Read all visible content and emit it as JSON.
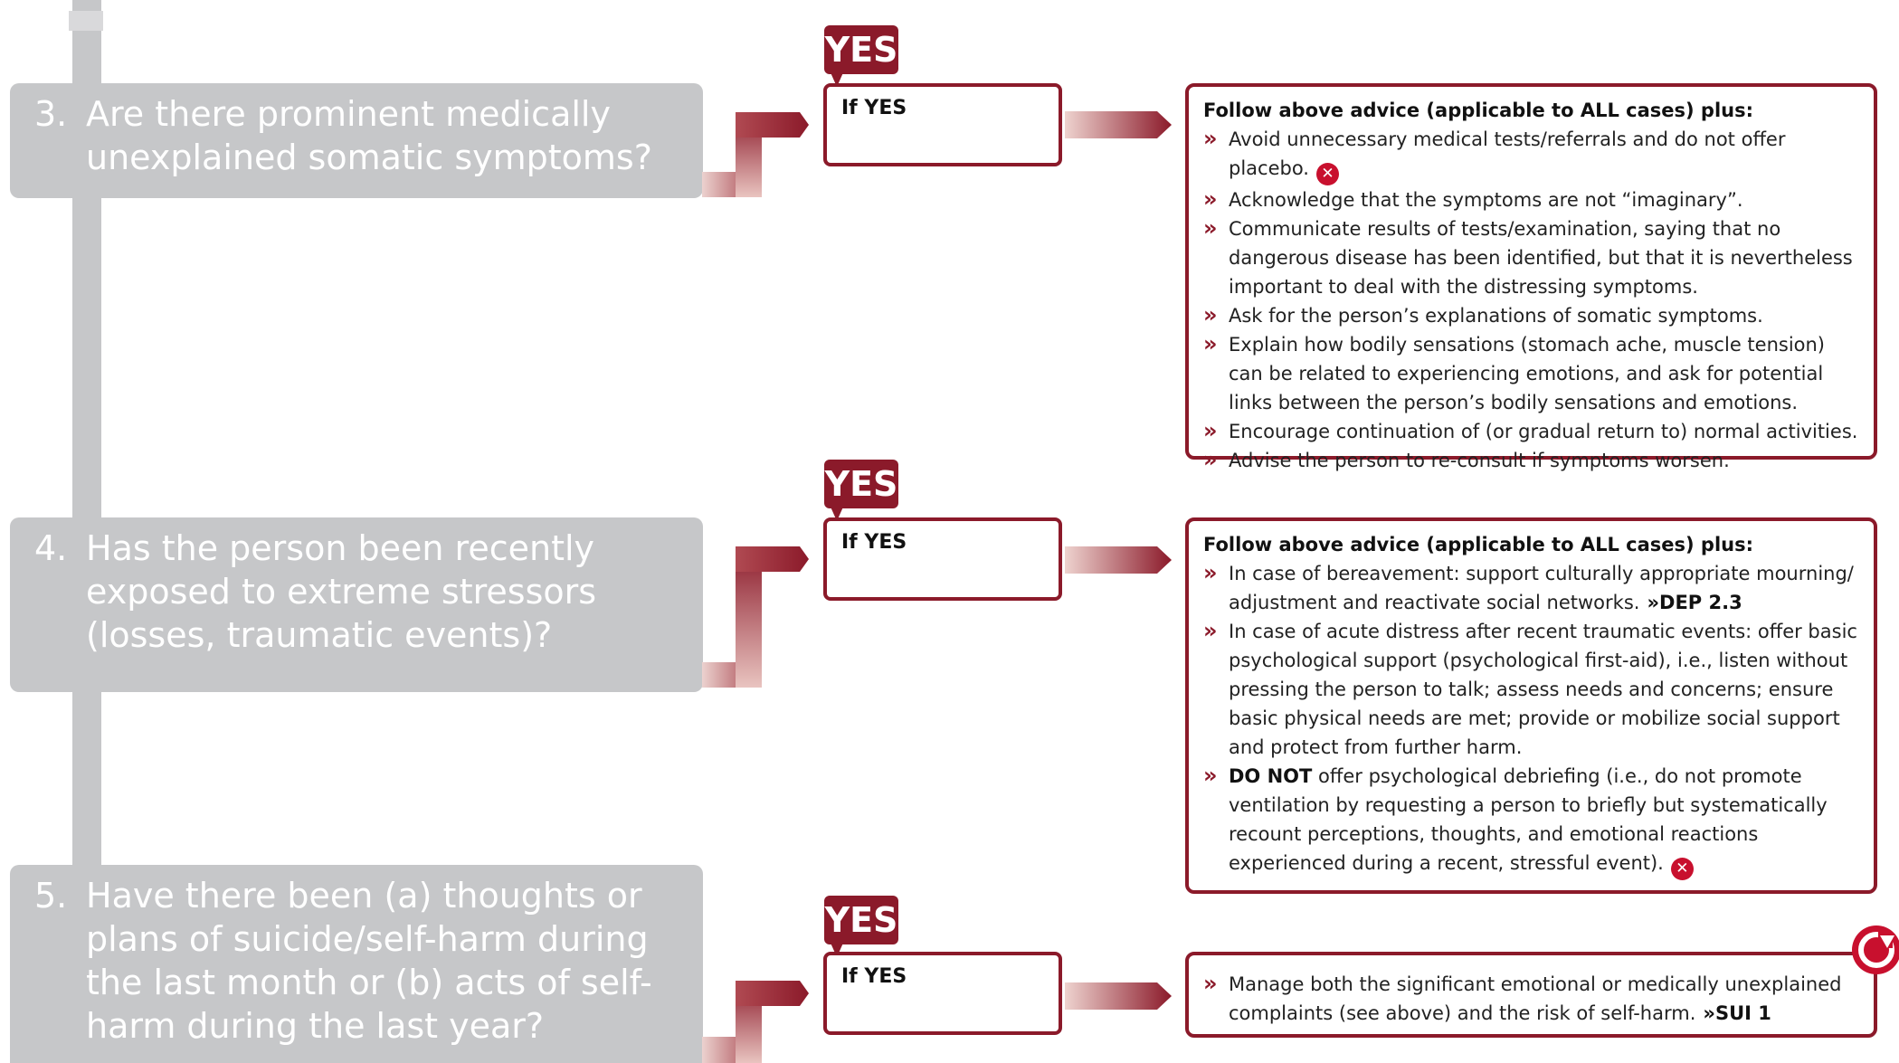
{
  "questions": [
    {
      "number": "3.",
      "text": "Are there prominent medically unexplained somatic symptoms?",
      "yes_badge": "YES",
      "if_yes_label": "If YES",
      "advice": {
        "heading": "Follow above advice (applicable to ALL cases) plus:",
        "bullet_icon": "double-chevron-right-icon",
        "items": [
          {
            "text": "Avoid unnecessary medical tests/referrals and do not offer placebo.",
            "icon": "do-not-icon"
          },
          {
            "text": "Acknowledge that the symptoms are not “imaginary”."
          },
          {
            "text": "Communicate results of tests/examination, saying that no dangerous disease has been identified, but that it is nevertheless important to deal with the distressing symptoms."
          },
          {
            "text": "Ask for the person’s explanations of somatic symptoms."
          },
          {
            "text": "Explain how bodily sensations (stomach ache, muscle tension) can be related to experiencing emotions, and ask for potential links between the person’s bodily sensations and emotions."
          },
          {
            "text": "Encourage continuation of (or gradual return to) normal activities."
          },
          {
            "text": "Advise the person to re-consult if symptoms worsen."
          }
        ]
      }
    },
    {
      "number": "4.",
      "text": "Has the person been recently exposed to extreme stressors (losses, traumatic events)?",
      "yes_badge": "YES",
      "if_yes_label": "If YES",
      "advice": {
        "heading": "Follow above advice (applicable to ALL cases) plus:",
        "items": [
          {
            "text": "In case of bereavement: support culturally appropriate mourning/ adjustment and reactivate social networks.",
            "xref": "»DEP 2.3"
          },
          {
            "text": "In case of acute distress after recent traumatic events: offer basic psychological support (psychological first-aid), i.e., listen without pressing the person to talk; assess needs and concerns; ensure basic physical needs are met; provide or mobilize social support and protect from further harm."
          },
          {
            "lead": "DO NOT",
            "text": " offer psychological debriefing (i.e., do not promote ventilation by requesting a person to briefly but systematically recount perceptions, thoughts, and emotional reactions experienced during a recent, stressful event).",
            "icon": "do-not-icon"
          }
        ]
      }
    },
    {
      "number": "5.",
      "text": "Have there been (a) thoughts or plans of suicide/self-harm during the last month or (b) acts of self-harm during the last year?",
      "yes_badge": "YES",
      "if_yes_label": "If YES",
      "advice": {
        "items": [
          {
            "text": "Manage both the significant emotional or medically unexplained complaints (see above) and the risk of self-harm.",
            "xref": "»SUI 1"
          }
        ]
      }
    }
  ],
  "icons": {
    "refer": "refer-icon",
    "do_not": "do-not-icon",
    "bullet": "double-chevron-right-icon"
  },
  "colors": {
    "accent": "#8b1a2a",
    "question_bg": "#c6c7c9",
    "question_text": "#ffffff",
    "do_not": "#c8102e"
  }
}
